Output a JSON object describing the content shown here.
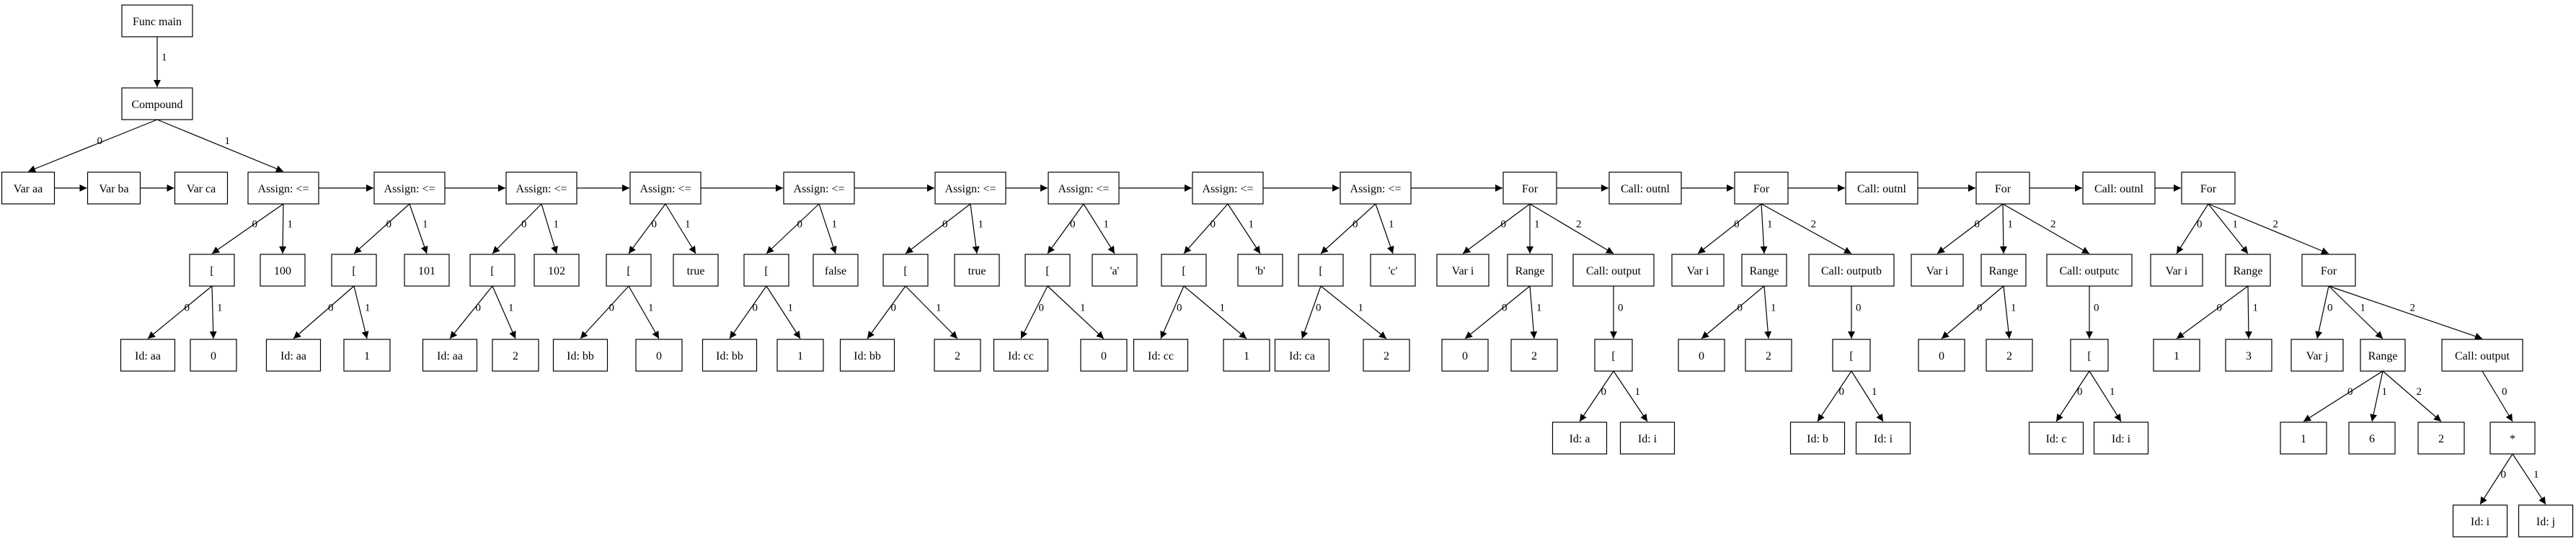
{
  "diagram": {
    "nodes": [
      {
        "id": "n1",
        "label": "Func main"
      },
      {
        "id": "n2",
        "label": "Compound"
      },
      {
        "id": "n3",
        "label": "Var aa"
      },
      {
        "id": "n4",
        "label": "Var ba"
      },
      {
        "id": "n5",
        "label": "Var ca"
      },
      {
        "id": "n6",
        "label": "Assign: <="
      },
      {
        "id": "n7",
        "label": "["
      },
      {
        "id": "n8",
        "label": "100"
      },
      {
        "id": "n9",
        "label": "Id: aa"
      },
      {
        "id": "n10",
        "label": "0"
      },
      {
        "id": "n11",
        "label": "Assign: <="
      },
      {
        "id": "n12",
        "label": "["
      },
      {
        "id": "n13",
        "label": "101"
      },
      {
        "id": "n14",
        "label": "Id: aa"
      },
      {
        "id": "n15",
        "label": "1"
      },
      {
        "id": "n16",
        "label": "Assign: <="
      },
      {
        "id": "n17",
        "label": "["
      },
      {
        "id": "n18",
        "label": "102"
      },
      {
        "id": "n19",
        "label": "Id: aa"
      },
      {
        "id": "n20",
        "label": "2"
      },
      {
        "id": "n21",
        "label": "Assign: <="
      },
      {
        "id": "n22",
        "label": "["
      },
      {
        "id": "n23",
        "label": "true"
      },
      {
        "id": "n24",
        "label": "Id: bb"
      },
      {
        "id": "n25",
        "label": "0"
      },
      {
        "id": "n26",
        "label": "Assign: <="
      },
      {
        "id": "n27",
        "label": "["
      },
      {
        "id": "n28",
        "label": "false"
      },
      {
        "id": "n29",
        "label": "Id: bb"
      },
      {
        "id": "n30",
        "label": "1"
      },
      {
        "id": "n31",
        "label": "Assign: <="
      },
      {
        "id": "n32",
        "label": "["
      },
      {
        "id": "n33",
        "label": "true"
      },
      {
        "id": "n34",
        "label": "Id: bb"
      },
      {
        "id": "n35",
        "label": "2"
      },
      {
        "id": "n36",
        "label": "Assign: <="
      },
      {
        "id": "n37",
        "label": "["
      },
      {
        "id": "n38",
        "label": "'a'"
      },
      {
        "id": "n39",
        "label": "Id: cc"
      },
      {
        "id": "n40",
        "label": "0"
      },
      {
        "id": "n41",
        "label": "Assign: <="
      },
      {
        "id": "n42",
        "label": "["
      },
      {
        "id": "n43",
        "label": "'b'"
      },
      {
        "id": "n44",
        "label": "Id: cc"
      },
      {
        "id": "n45",
        "label": "1"
      },
      {
        "id": "n46",
        "label": "Assign: <="
      },
      {
        "id": "n47",
        "label": "["
      },
      {
        "id": "n48",
        "label": "'c'"
      },
      {
        "id": "n49",
        "label": "Id: ca"
      },
      {
        "id": "n50",
        "label": "2"
      },
      {
        "id": "n51",
        "label": "For"
      },
      {
        "id": "n52",
        "label": "Var i"
      },
      {
        "id": "n53",
        "label": "Range"
      },
      {
        "id": "n54",
        "label": "0"
      },
      {
        "id": "n55",
        "label": "2"
      },
      {
        "id": "n56",
        "label": "Call: output"
      },
      {
        "id": "n57",
        "label": "["
      },
      {
        "id": "n58",
        "label": "Id: a"
      },
      {
        "id": "n59",
        "label": "Id: i"
      },
      {
        "id": "n60",
        "label": "Call: outnl"
      },
      {
        "id": "n61",
        "label": "For"
      },
      {
        "id": "n62",
        "label": "Var i"
      },
      {
        "id": "n63",
        "label": "Range"
      },
      {
        "id": "n64",
        "label": "0"
      },
      {
        "id": "n65",
        "label": "2"
      },
      {
        "id": "n66",
        "label": "Call: outputb"
      },
      {
        "id": "n67",
        "label": "["
      },
      {
        "id": "n68",
        "label": "Id: b"
      },
      {
        "id": "n69",
        "label": "Id: i"
      },
      {
        "id": "n70",
        "label": "Call: outnl"
      },
      {
        "id": "n71",
        "label": "For"
      },
      {
        "id": "n72",
        "label": "Var i"
      },
      {
        "id": "n73",
        "label": "Range"
      },
      {
        "id": "n74",
        "label": "0"
      },
      {
        "id": "n75",
        "label": "2"
      },
      {
        "id": "n76",
        "label": "Call: outputc"
      },
      {
        "id": "n77",
        "label": "["
      },
      {
        "id": "n78",
        "label": "Id: c"
      },
      {
        "id": "n79",
        "label": "Id: i"
      },
      {
        "id": "n80",
        "label": "Call: outnl"
      },
      {
        "id": "n81",
        "label": "For"
      },
      {
        "id": "n82",
        "label": "Var i"
      },
      {
        "id": "n83",
        "label": "Range"
      },
      {
        "id": "n84",
        "label": "1"
      },
      {
        "id": "n85",
        "label": "3"
      },
      {
        "id": "n86",
        "label": "For"
      },
      {
        "id": "n87",
        "label": "Var j"
      },
      {
        "id": "n88",
        "label": "Range"
      },
      {
        "id": "n89",
        "label": "1"
      },
      {
        "id": "n90",
        "label": "6"
      },
      {
        "id": "n91",
        "label": "2"
      },
      {
        "id": "n92",
        "label": "Call: output"
      },
      {
        "id": "n93",
        "label": "*"
      },
      {
        "id": "n94",
        "label": "Id: i"
      },
      {
        "id": "n95",
        "label": "Id: j"
      }
    ],
    "edges": [
      {
        "from": "n1",
        "to": "n2",
        "label": "1"
      },
      {
        "from": "n2",
        "to": "n3",
        "label": "0"
      },
      {
        "from": "n2",
        "to": "n6",
        "label": "1"
      },
      {
        "from": "n3",
        "to": "n4",
        "label": ""
      },
      {
        "from": "n4",
        "to": "n5",
        "label": ""
      },
      {
        "from": "n6",
        "to": "n7",
        "label": "0"
      },
      {
        "from": "n6",
        "to": "n8",
        "label": "1"
      },
      {
        "from": "n7",
        "to": "n9",
        "label": "0"
      },
      {
        "from": "n7",
        "to": "n10",
        "label": "1"
      },
      {
        "from": "n6",
        "to": "n11",
        "label": ""
      },
      {
        "from": "n11",
        "to": "n12",
        "label": "0"
      },
      {
        "from": "n11",
        "to": "n13",
        "label": "1"
      },
      {
        "from": "n12",
        "to": "n14",
        "label": "0"
      },
      {
        "from": "n12",
        "to": "n15",
        "label": "1"
      },
      {
        "from": "n11",
        "to": "n16",
        "label": ""
      },
      {
        "from": "n16",
        "to": "n17",
        "label": "0"
      },
      {
        "from": "n16",
        "to": "n18",
        "label": "1"
      },
      {
        "from": "n17",
        "to": "n19",
        "label": "0"
      },
      {
        "from": "n17",
        "to": "n20",
        "label": "1"
      },
      {
        "from": "n16",
        "to": "n21",
        "label": ""
      },
      {
        "from": "n21",
        "to": "n22",
        "label": "0"
      },
      {
        "from": "n21",
        "to": "n23",
        "label": "1"
      },
      {
        "from": "n22",
        "to": "n24",
        "label": "0"
      },
      {
        "from": "n22",
        "to": "n25",
        "label": "1"
      },
      {
        "from": "n21",
        "to": "n26",
        "label": ""
      },
      {
        "from": "n26",
        "to": "n27",
        "label": "0"
      },
      {
        "from": "n26",
        "to": "n28",
        "label": "1"
      },
      {
        "from": "n27",
        "to": "n29",
        "label": "0"
      },
      {
        "from": "n27",
        "to": "n30",
        "label": "1"
      },
      {
        "from": "n26",
        "to": "n31",
        "label": ""
      },
      {
        "from": "n31",
        "to": "n32",
        "label": "0"
      },
      {
        "from": "n31",
        "to": "n33",
        "label": "1"
      },
      {
        "from": "n32",
        "to": "n34",
        "label": "0"
      },
      {
        "from": "n32",
        "to": "n35",
        "label": "1"
      },
      {
        "from": "n31",
        "to": "n36",
        "label": ""
      },
      {
        "from": "n36",
        "to": "n37",
        "label": "0"
      },
      {
        "from": "n36",
        "to": "n38",
        "label": "1"
      },
      {
        "from": "n37",
        "to": "n39",
        "label": "0"
      },
      {
        "from": "n37",
        "to": "n40",
        "label": "1"
      },
      {
        "from": "n36",
        "to": "n41",
        "label": ""
      },
      {
        "from": "n41",
        "to": "n42",
        "label": "0"
      },
      {
        "from": "n41",
        "to": "n43",
        "label": "1"
      },
      {
        "from": "n42",
        "to": "n44",
        "label": "0"
      },
      {
        "from": "n42",
        "to": "n45",
        "label": "1"
      },
      {
        "from": "n41",
        "to": "n46",
        "label": ""
      },
      {
        "from": "n46",
        "to": "n47",
        "label": "0"
      },
      {
        "from": "n46",
        "to": "n48",
        "label": "1"
      },
      {
        "from": "n47",
        "to": "n49",
        "label": "0"
      },
      {
        "from": "n47",
        "to": "n50",
        "label": "1"
      },
      {
        "from": "n46",
        "to": "n51",
        "label": ""
      },
      {
        "from": "n51",
        "to": "n52",
        "label": "0"
      },
      {
        "from": "n51",
        "to": "n53",
        "label": "1"
      },
      {
        "from": "n51",
        "to": "n56",
        "label": "2"
      },
      {
        "from": "n53",
        "to": "n54",
        "label": "0"
      },
      {
        "from": "n53",
        "to": "n55",
        "label": "1"
      },
      {
        "from": "n56",
        "to": "n57",
        "label": "0"
      },
      {
        "from": "n57",
        "to": "n58",
        "label": "0"
      },
      {
        "from": "n57",
        "to": "n59",
        "label": "1"
      },
      {
        "from": "n51",
        "to": "n60",
        "label": ""
      },
      {
        "from": "n60",
        "to": "n61",
        "label": ""
      },
      {
        "from": "n61",
        "to": "n62",
        "label": "0"
      },
      {
        "from": "n61",
        "to": "n63",
        "label": "1"
      },
      {
        "from": "n61",
        "to": "n66",
        "label": "2"
      },
      {
        "from": "n63",
        "to": "n64",
        "label": "0"
      },
      {
        "from": "n63",
        "to": "n65",
        "label": "1"
      },
      {
        "from": "n66",
        "to": "n67",
        "label": "0"
      },
      {
        "from": "n67",
        "to": "n68",
        "label": "0"
      },
      {
        "from": "n67",
        "to": "n69",
        "label": "1"
      },
      {
        "from": "n61",
        "to": "n70",
        "label": ""
      },
      {
        "from": "n70",
        "to": "n71",
        "label": ""
      },
      {
        "from": "n71",
        "to": "n72",
        "label": "0"
      },
      {
        "from": "n71",
        "to": "n73",
        "label": "1"
      },
      {
        "from": "n71",
        "to": "n76",
        "label": "2"
      },
      {
        "from": "n73",
        "to": "n74",
        "label": "0"
      },
      {
        "from": "n73",
        "to": "n75",
        "label": "1"
      },
      {
        "from": "n76",
        "to": "n77",
        "label": "0"
      },
      {
        "from": "n77",
        "to": "n78",
        "label": "0"
      },
      {
        "from": "n77",
        "to": "n79",
        "label": "1"
      },
      {
        "from": "n71",
        "to": "n80",
        "label": ""
      },
      {
        "from": "n80",
        "to": "n81",
        "label": ""
      },
      {
        "from": "n81",
        "to": "n82",
        "label": "0"
      },
      {
        "from": "n81",
        "to": "n83",
        "label": "1"
      },
      {
        "from": "n81",
        "to": "n86",
        "label": "2"
      },
      {
        "from": "n83",
        "to": "n84",
        "label": "0"
      },
      {
        "from": "n83",
        "to": "n85",
        "label": "1"
      },
      {
        "from": "n86",
        "to": "n87",
        "label": "0"
      },
      {
        "from": "n86",
        "to": "n88",
        "label": "1"
      },
      {
        "from": "n86",
        "to": "n92",
        "label": "2"
      },
      {
        "from": "n88",
        "to": "n89",
        "label": "0"
      },
      {
        "from": "n88",
        "to": "n90",
        "label": "1"
      },
      {
        "from": "n88",
        "to": "n91",
        "label": "2"
      },
      {
        "from": "n92",
        "to": "n93",
        "label": "0"
      },
      {
        "from": "n93",
        "to": "n94",
        "label": "0"
      },
      {
        "from": "n93",
        "to": "n95",
        "label": "1"
      }
    ]
  }
}
